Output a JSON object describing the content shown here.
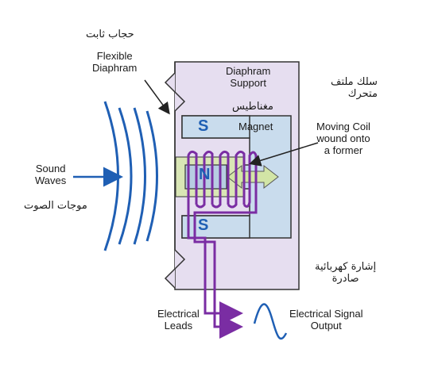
{
  "labels": {
    "flexible_diaphragm_ar": "حجاب ثابت",
    "flexible_diaphragm_en": "Flexible\nDiaphram",
    "diaphragm_support": "Diaphram\nSupport",
    "moving_coil_ar": "سلك ملتف\nمتحرك",
    "magnet_ar": "مغناطيس",
    "magnet_en": "Magnet",
    "moving_coil_en": "Moving Coil\nwound onto\na former",
    "sound_waves_en": "Sound\nWaves",
    "sound_waves_ar": "موجات الصوت",
    "signal_out_ar": "إشارة كهربائية\nصادرة",
    "electrical_leads": "Electrical\nLeads",
    "signal_output_en": "Electrical Signal\nOutput"
  },
  "poles": {
    "top": "S",
    "middle": "N",
    "bottom": "S"
  },
  "colors": {
    "support": "#e6def0",
    "magnet": "#c9dced",
    "magnet_dark": "#b7cde2",
    "former": "#d9e6b5",
    "former_arrow": "#d2e5a6",
    "coil": "#7a2da3",
    "wave": "#1f5fb4",
    "outline": "#333333"
  },
  "icons": [
    "sound-wave-arrow-icon",
    "signal-sine-icon"
  ]
}
